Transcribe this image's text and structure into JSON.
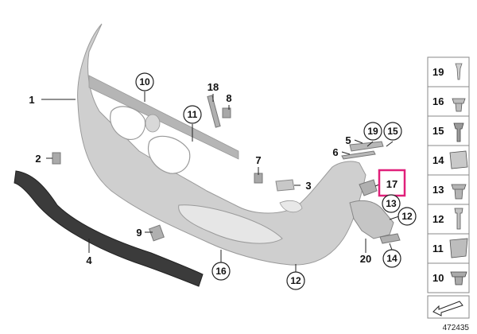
{
  "diagram": {
    "callouts": [
      "1",
      "2",
      "4",
      "9",
      "10",
      "11",
      "18",
      "8",
      "7",
      "3",
      "5",
      "6",
      "19",
      "15",
      "17",
      "13",
      "12",
      "20",
      "14",
      "16",
      "12"
    ],
    "highlighted_callout": "17",
    "highlight_color": "#e0207a",
    "parts_list": [
      "19",
      "16",
      "15",
      "14",
      "13",
      "12",
      "11",
      "10"
    ],
    "part_number": "472435",
    "colors": {
      "bumper": "#c9c9c9",
      "bumper_shade": "#a8a8a8",
      "absorber": "#3b3b3b",
      "panel_border": "#888888"
    }
  }
}
